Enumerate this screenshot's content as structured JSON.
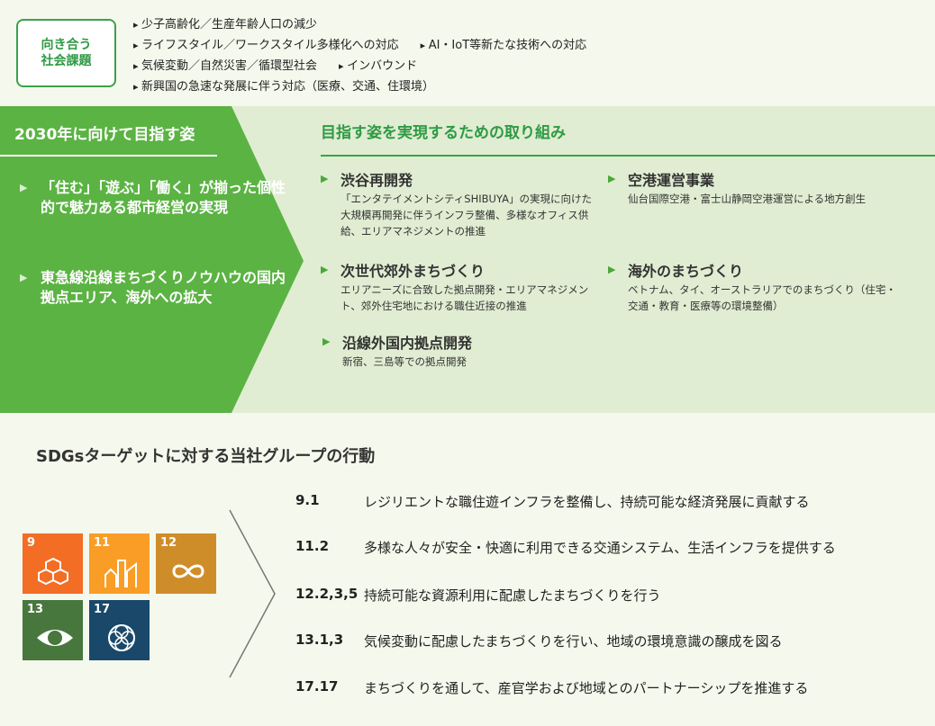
{
  "issues": {
    "label": "向き合う\n社会課題",
    "rows": [
      [
        "少子高齢化／生産年齢人口の減少"
      ],
      [
        "ライフスタイル／ワークスタイル多様化への対応",
        "AI・IoT等新たな技術への対応"
      ],
      [
        "気候変動／自然災害／循環型社会",
        "インバウンド"
      ],
      [
        "新興国の急速な発展に伴う対応（医療、交通、住環境）"
      ]
    ]
  },
  "vision": {
    "title": "2030年に向けて目指す姿",
    "goals": [
      "「住む」「遊ぶ」「働く」が揃った個性的で魅力ある都市経営の実現",
      "東急線沿線まちづくりノウハウの国内拠点エリア、海外への拡大"
    ]
  },
  "initiatives": {
    "title": "目指す姿を実現するための取り組み",
    "items": [
      {
        "title": "渋谷再開発",
        "desc": "「エンタテイメントシティSHIBUYA」の実現に向けた大規模再開発に伴うインフラ整備、多様なオフィス供給、エリアマネジメントの推進"
      },
      {
        "title": "空港運営事業",
        "desc": "仙台国際空港・富士山静岡空港運営による地方創生"
      },
      {
        "title": "次世代郊外まちづくり",
        "desc": "エリアニーズに合致した拠点開発・エリアマネジメント、郊外住宅地における職住近接の推進"
      },
      {
        "title": "海外のまちづくり",
        "desc": "ベトナム、タイ、オーストラリアでのまちづくり（住宅・交通・教育・医療等の環境整備）"
      },
      {
        "title": "沿線外国内拠点開発",
        "desc": "新宿、三島等での拠点開発"
      }
    ]
  },
  "sdgs": {
    "title": "SDGsターゲットに対する当社グループの行動",
    "goals": [
      {
        "num": "9",
        "color": "#f36d25"
      },
      {
        "num": "11",
        "color": "#f99d26"
      },
      {
        "num": "12",
        "color": "#cf8d2a"
      },
      {
        "num": "13",
        "color": "#48773e"
      },
      {
        "num": "17",
        "color": "#19486a"
      }
    ],
    "targets": [
      {
        "num": "9.1",
        "text": "レジリエントな職住遊インフラを整備し、持続可能な経済発展に貢献する"
      },
      {
        "num": "11.2",
        "text": "多様な人々が安全・快適に利用できる交通システム、生活インフラを提供する"
      },
      {
        "num": "12.2,3,5",
        "text": "持続可能な資源利用に配慮したまちづくりを行う"
      },
      {
        "num": "13.1,3",
        "text": "気候変動に配慮したまちづくりを行い、地域の環境意識の醸成を図る"
      },
      {
        "num": "17.17",
        "text": "まちづくりを通して、産官学および地域とのパートナーシップを推進する"
      }
    ]
  }
}
